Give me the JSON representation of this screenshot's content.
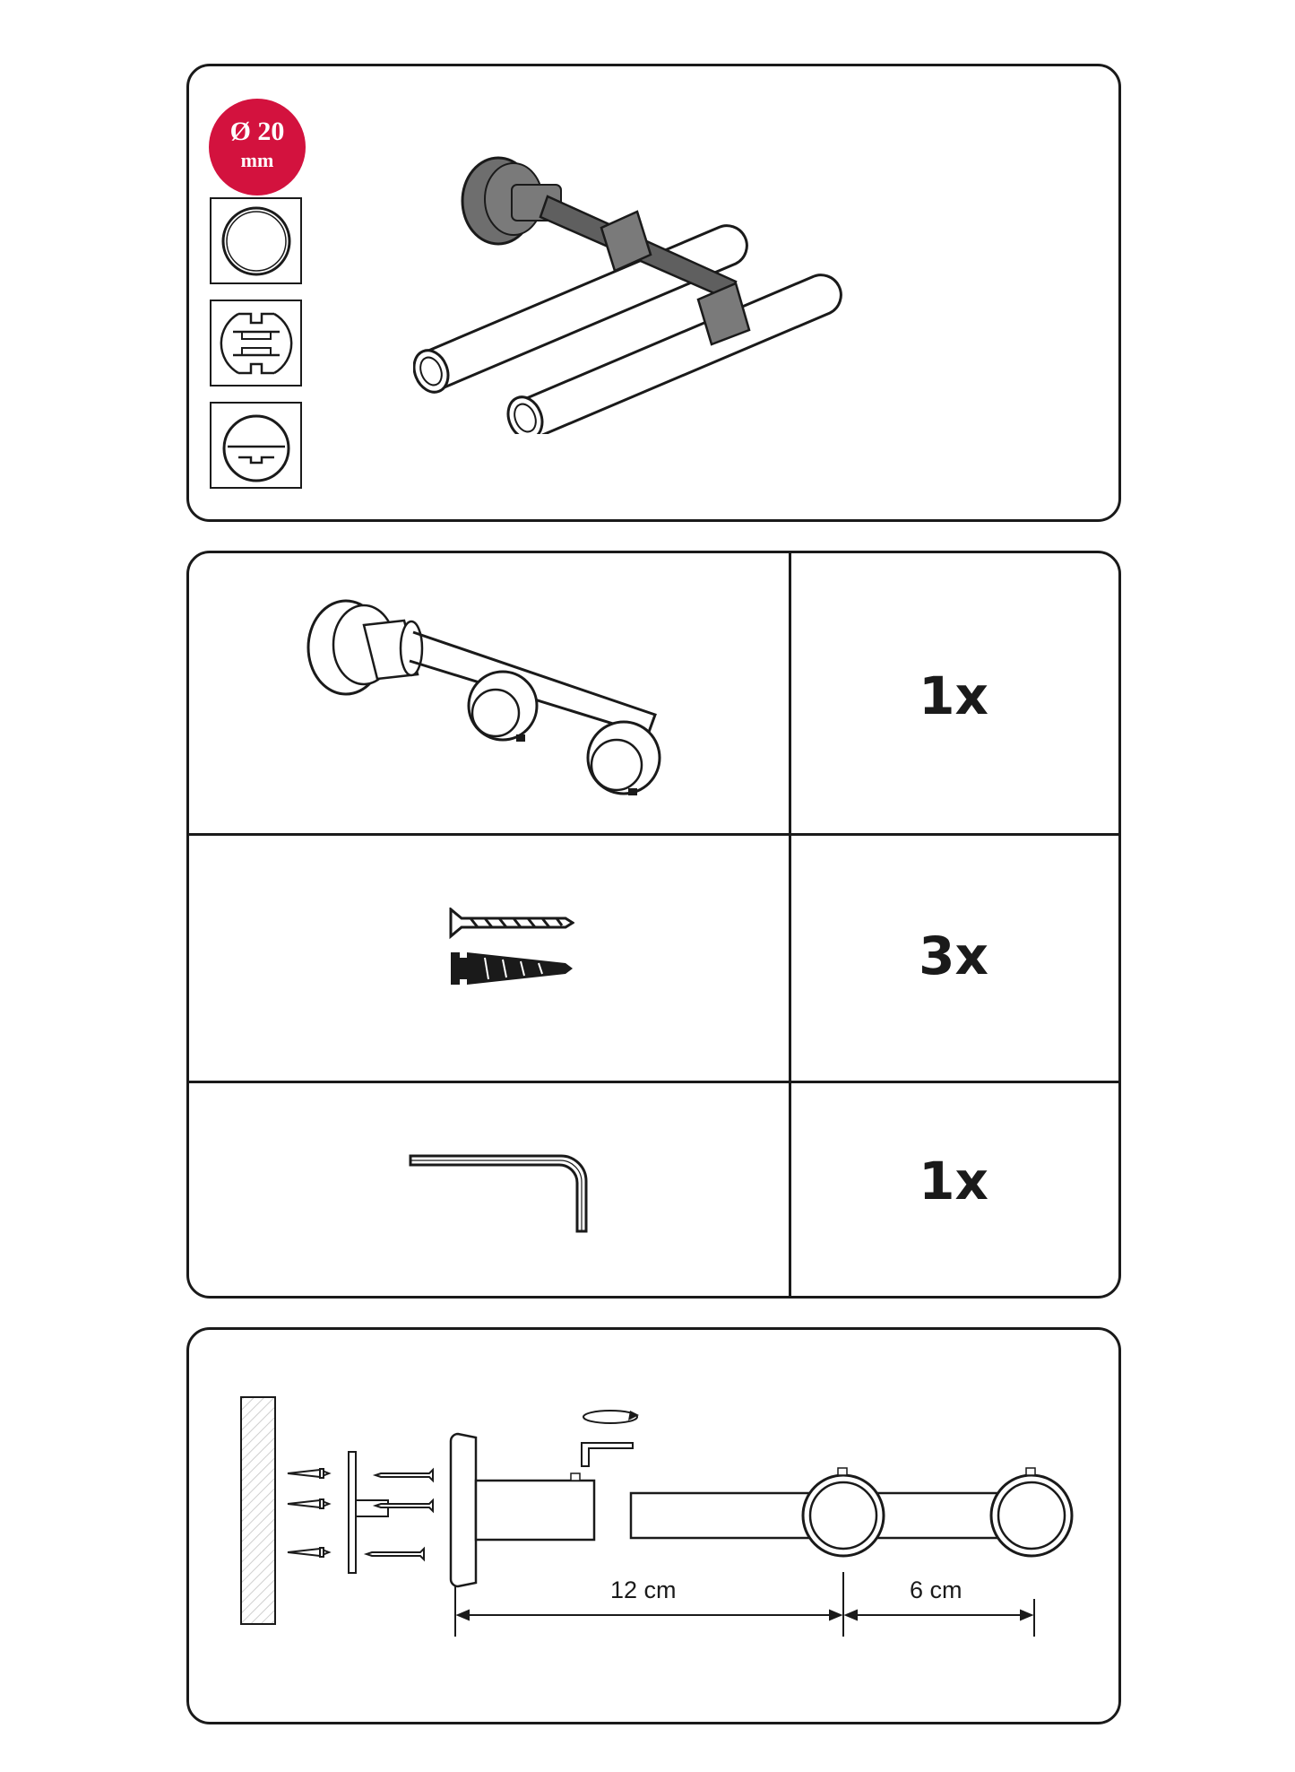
{
  "overview": {
    "diameter_label": "Ø 20",
    "diameter_unit": "mm",
    "profiles": [
      "round-profile-icon",
      "double-track-profile-icon",
      "d-shaped-profile-icon"
    ]
  },
  "parts": [
    {
      "icon": "double-bracket-icon",
      "quantity": "1x"
    },
    {
      "icon": "screw-and-dowel-icon",
      "quantity": "3x"
    },
    {
      "icon": "allen-key-icon",
      "quantity": "1x"
    }
  ],
  "mounting": {
    "dimension_1": "12 cm",
    "dimension_2": "6 cm"
  },
  "colors": {
    "accent": "#d3123e",
    "line": "#1a1a1a",
    "bracket_fill": "#6e6e6e"
  }
}
